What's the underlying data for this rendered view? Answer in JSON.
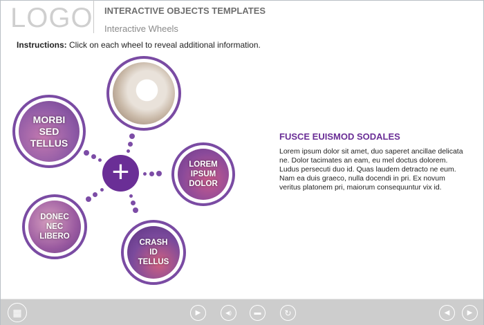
{
  "header": {
    "logo": "LOGO",
    "title": "INTERACTIVE OBJECTS TEMPLATES",
    "subtitle": "Interactive Wheels"
  },
  "instructions": {
    "label": "Instructions:",
    "text": " Click on each wheel to reveal additional information."
  },
  "wheels": [
    {
      "label": "MORBI SED TELLUS"
    },
    {
      "label": "LOREM IPSUM DOLOR"
    },
    {
      "label": "DONEC NEC LIBERO"
    },
    {
      "label": "CRASH ID TELLUS"
    }
  ],
  "center": {
    "icon": "plus-icon",
    "symbol": "+"
  },
  "content": {
    "title": "FUSCE EUISMOD SODALES",
    "body": "Lorem ipsum dolor sit amet, duo saperet ancillae delicata ne. Dolor tacimates an eam, eu mel doctus dolorem. Ludus persecuti duo id. Quas laudem detracto ne eum. Nam ea duis graeco, nulla docendi in pri. Ex novum veritus platonem pri, maiorum consequuntur vix id."
  },
  "toolbar": {
    "menu": "▦",
    "play": "▶",
    "volume": "◀)",
    "captions": "▬",
    "replay": "↻",
    "prev": "◀",
    "next": "▶"
  },
  "colors": {
    "accent": "#6a2e96",
    "toolbar": "#cdcdcd"
  }
}
